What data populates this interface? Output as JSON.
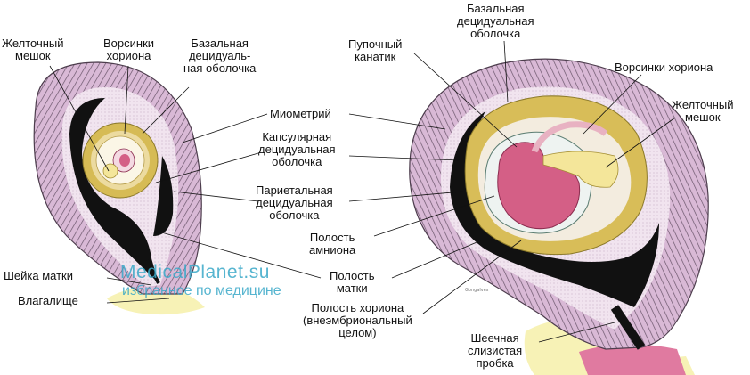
{
  "left_labels": {
    "yolk_sac": "Желточный\nмешок",
    "chorionic_villi": "Ворсинки\nхориона",
    "decidua_basalis": "Базальная\nдецидуаль-\nная оболочка",
    "cervix": "Шейка матки",
    "vagina": "Влагалище"
  },
  "center_labels": {
    "myometrium": "Миометрий",
    "decidua_capsularis": "Капсулярная\nдецидуальная\nоболочка",
    "decidua_parietalis": "Париетальная\nдецидуальная\nоболочка",
    "amniotic_cavity": "Полость\nамниона",
    "uterine_cavity": "Полость\nматки",
    "chorionic_cavity": "Полость хориона\n(внеэмбриональный\nцелом)"
  },
  "right_labels": {
    "decidua_basalis": "Базальная\nдецидуальная\nоболочка",
    "umbilical_cord": "Пупочный\nканатик",
    "chorionic_villi": "Ворсинки хориона",
    "yolk_sac": "Желточный\nмешок",
    "cervical_plug": "Шеечная\nслизистая\nпробка"
  },
  "watermark": {
    "site": "MedicalPlanet.su",
    "tagline": "избранное по медицине"
  },
  "signature": "Gongalves",
  "colors": {
    "myometrium": "#d9b9d6",
    "myometrium_stripes": "#6a556a",
    "endometrium": "#efe2ee",
    "cavity": "#111111",
    "villi": "#dcc05a",
    "chorion": "#e8d08a",
    "yolk": "#f4e69a",
    "embryo": "#d45f86",
    "amnion_fluid": "#eef3f1",
    "vagina": "#f7f2b6",
    "watermark": "#3aa9c8"
  }
}
